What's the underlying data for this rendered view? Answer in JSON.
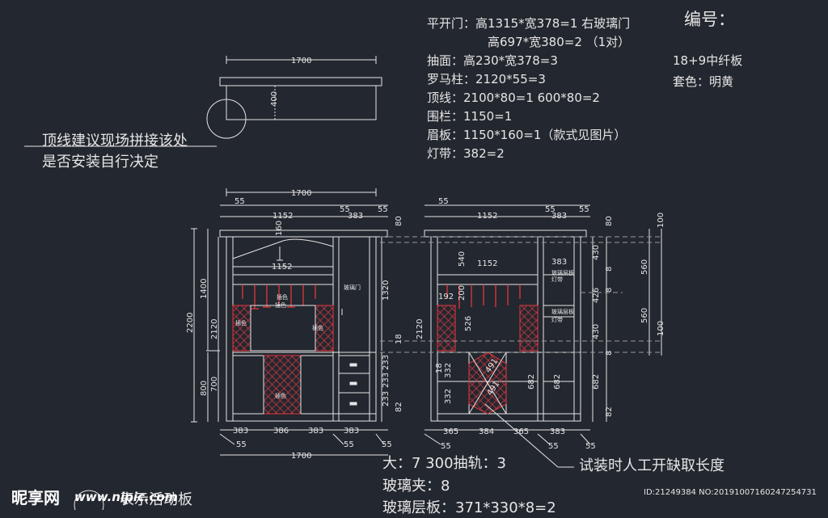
{
  "specs": {
    "line1": "平开门：高1315*宽378=1 右玻璃门",
    "line2": "高697*宽380=2 （1对）",
    "line3": "抽面：高230*宽378=3",
    "line4": "罗马柱：2120*55=3",
    "line5": "顶线：2100*80=1 600*80=2",
    "line6": "围栏：1150=1",
    "line7": "眉板：1150*160=1（款式见图片）",
    "line8": "灯带：382=2"
  },
  "serial_label": "编号：",
  "material": "18+9中纤板",
  "color_label": "套色：明黄",
  "note_line1": "顶线建议现场拼接该处",
  "note_line2": "是否安装自行决定",
  "bottom": {
    "line1": "大：7 300抽轨：3",
    "line2": "玻璃夹：8",
    "line3": "玻璃层板：371*330*8=2"
  },
  "trial_note": "试装时人工开缺取长度",
  "legend_partial": "表示活动板",
  "watermark": {
    "logo": "昵享网",
    "site": "www.nipic.com",
    "id": "ID:21249384 NO:20191007160247254731"
  },
  "dims": {
    "top_width": "1700",
    "top_depth": "400",
    "w1152": "1152",
    "w55": "55",
    "w383": "383",
    "w80": "80",
    "w160": "160",
    "w386": "386",
    "h2200": "2200",
    "h1400": "1400",
    "h800": "800",
    "h2120": "2120",
    "h700": "700",
    "h1320": "1320",
    "h18": "18",
    "h233": "233",
    "h82": "82",
    "w365": "365",
    "w384": "384",
    "h540": "540",
    "h192": "192",
    "h200": "200",
    "h526": "526",
    "h332": "332",
    "h491": "491",
    "h682": "682",
    "h430": "430",
    "h426": "426",
    "h8": "8",
    "h560": "560",
    "h100": "100"
  },
  "labels": {
    "glass_door": "玻璃门",
    "color_inset": "插色",
    "glass_shelf": "玻璃层板",
    "light_strip": "灯带"
  },
  "colors": {
    "background": "#23272f",
    "lines": "#e6e6e6",
    "accent": "#e0393e",
    "guides": "#9a9a9a"
  }
}
